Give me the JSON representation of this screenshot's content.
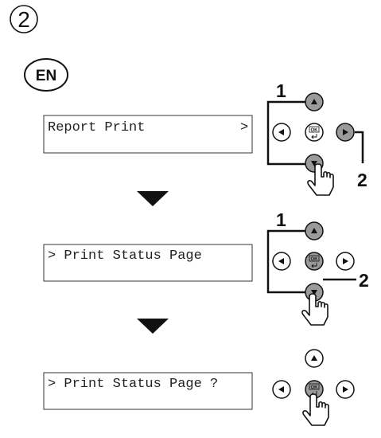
{
  "step_number": "2",
  "language_badge": "EN",
  "ok_key_label": "OK",
  "panels": [
    {
      "display_text": "Report Print",
      "display_arrow": ">",
      "callouts": [
        "1",
        "2"
      ],
      "highlighted_keys": [
        "up",
        "down",
        "right"
      ]
    },
    {
      "display_text": "> Print Status Page",
      "callouts": [
        "1",
        "2"
      ],
      "highlighted_keys": [
        "up",
        "down",
        "ok"
      ]
    },
    {
      "display_text": "> Print Status Page ?",
      "callouts": [],
      "highlighted_keys": [
        "ok"
      ]
    }
  ],
  "colors": {
    "key_highlight": "#9a9a9a",
    "key_normal": "#ffffff",
    "stroke": "#111111"
  }
}
